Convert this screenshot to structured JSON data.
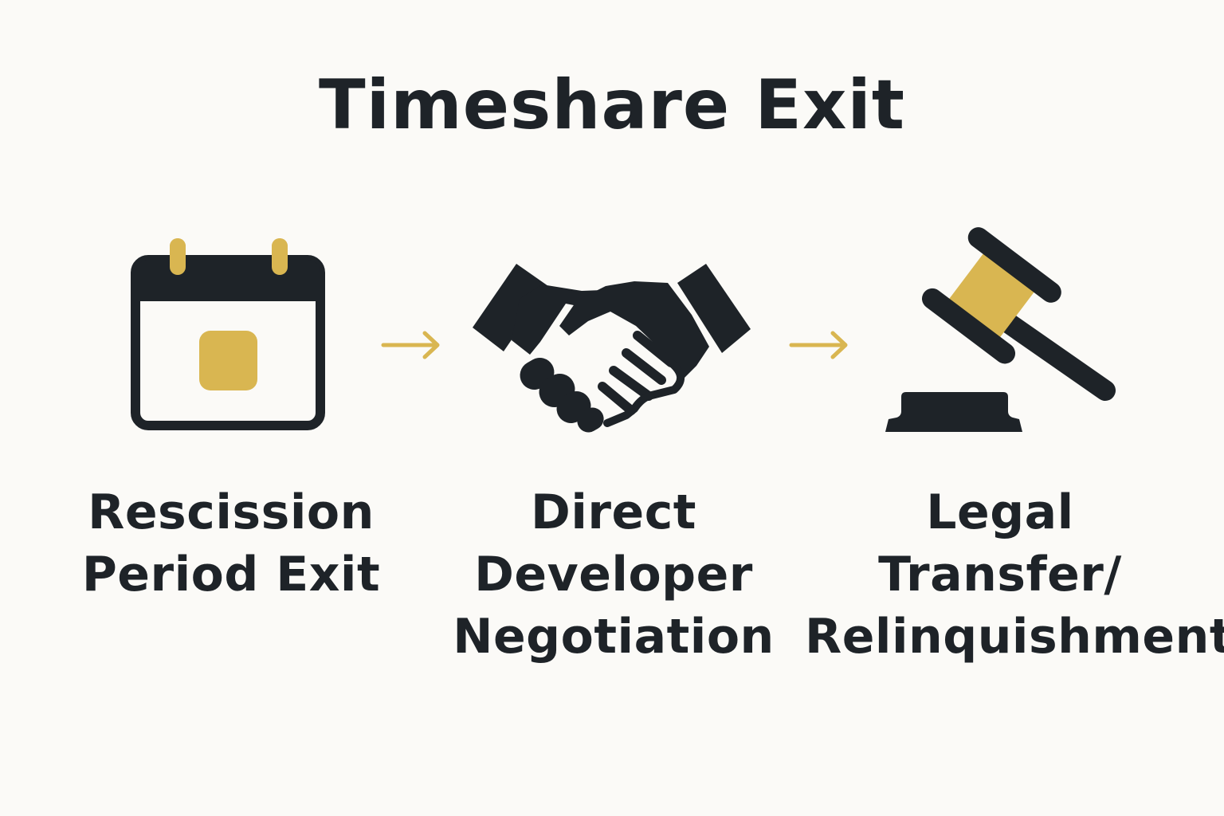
{
  "title": "Timeshare Exit",
  "colors": {
    "background": "#fbfaf7",
    "dark": "#1e2328",
    "accent": "#d9b651"
  },
  "steps": [
    {
      "icon": "calendar-icon",
      "label_lines": [
        "Rescission",
        "Period Exit"
      ]
    },
    {
      "icon": "handshake-icon",
      "label_lines": [
        "Direct",
        "Developer",
        "Negotiation"
      ]
    },
    {
      "icon": "gavel-icon",
      "label_lines": [
        "Legal",
        "Transfer/",
        "Relinquishment"
      ]
    }
  ],
  "connectors": [
    "arrow-right-icon",
    "arrow-right-icon"
  ]
}
